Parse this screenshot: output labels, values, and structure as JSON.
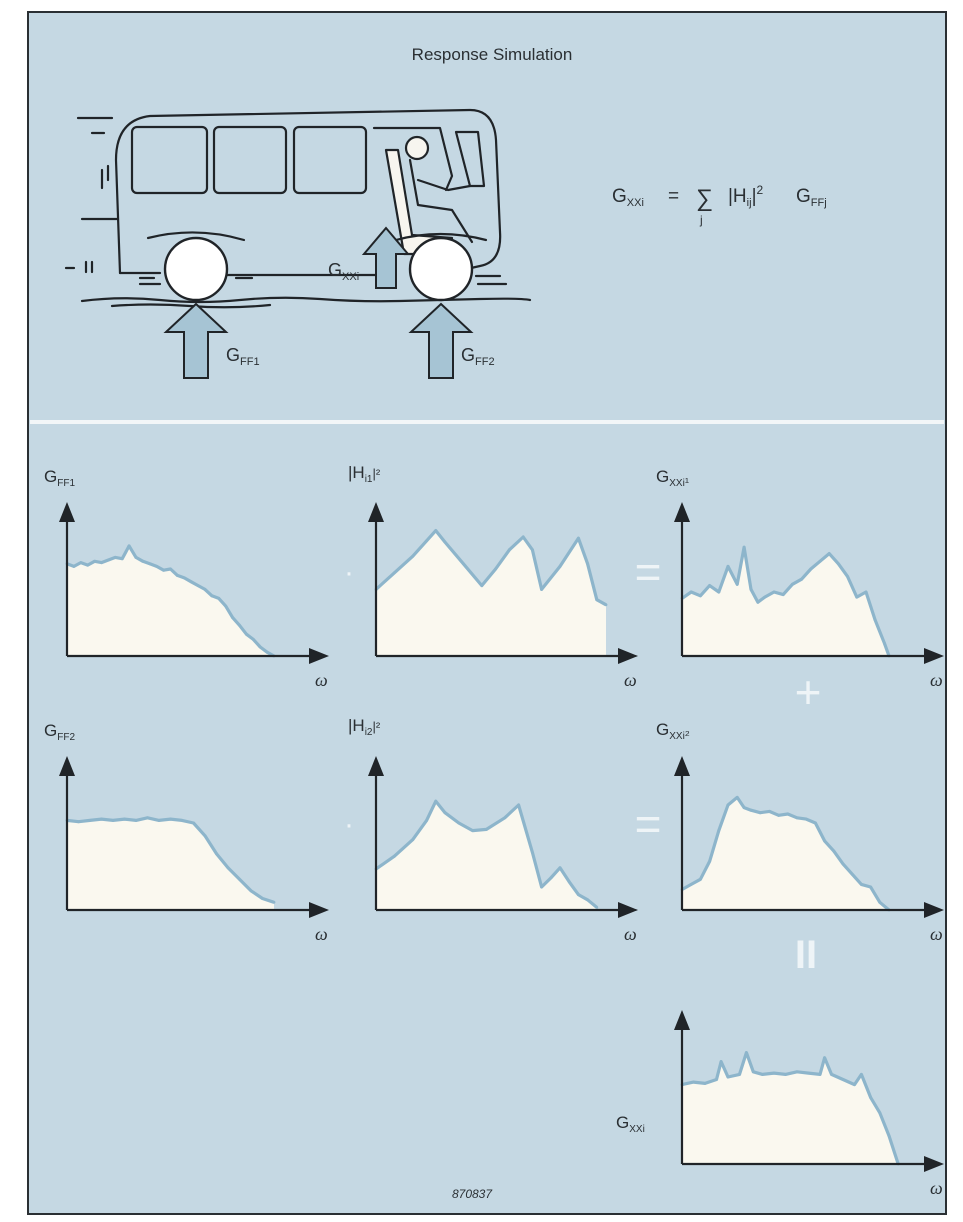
{
  "title": "Response Simulation",
  "equation": {
    "lhs_main": "G",
    "lhs_sub": "XXi",
    "equals": "=",
    "sum_symbol": "∑",
    "sum_index": "j",
    "h_main": "|H",
    "h_sub": "ij",
    "h_close": "|",
    "h_power": "2",
    "g_main": "G",
    "g_sub": "FFj"
  },
  "vehicle_labels": {
    "response": {
      "main": "G",
      "sub": "XXi"
    },
    "input1": {
      "main": "G",
      "sub": "FF1"
    },
    "input2": {
      "main": "G",
      "sub": "FF2"
    }
  },
  "operators": {
    "times": "·",
    "equals": "=",
    "plus": "+",
    "total_equals": "II"
  },
  "figure_number": "870837",
  "colors": {
    "background": "#c5d8e3",
    "panel": "#c5d8e3",
    "curve": "#8db5cb",
    "fill": "#faf8ef",
    "arrow_fill": "#a6c4d4",
    "line": "#202428",
    "operator": "#eef4f7"
  },
  "chart_data": [
    {
      "id": "gff1",
      "type": "area",
      "title_main": "G",
      "title_sub": "FF1",
      "title_suffix": "",
      "xlabel": "ω",
      "x": [
        0,
        3,
        6,
        9,
        12,
        15,
        18,
        21,
        24,
        27,
        30,
        33,
        36,
        39,
        42,
        45,
        48,
        51,
        54,
        57,
        60,
        63,
        66,
        69,
        72,
        75,
        78,
        81,
        84,
        87,
        90
      ],
      "y": [
        0.72,
        0.7,
        0.73,
        0.71,
        0.74,
        0.73,
        0.75,
        0.77,
        0.76,
        0.86,
        0.77,
        0.74,
        0.72,
        0.7,
        0.67,
        0.68,
        0.63,
        0.61,
        0.58,
        0.55,
        0.52,
        0.47,
        0.45,
        0.39,
        0.3,
        0.24,
        0.17,
        0.13,
        0.07,
        0.03,
        0.0
      ],
      "ylim": [
        0,
        1
      ],
      "xlim": [
        0,
        100
      ]
    },
    {
      "id": "h1",
      "type": "area",
      "title_main": "|H",
      "title_sub": "i1",
      "title_suffix": "|²",
      "xlabel": "ω",
      "x": [
        0,
        8,
        16,
        22,
        26,
        30,
        38,
        46,
        52,
        58,
        64,
        68,
        72,
        80,
        88,
        92,
        96,
        100
      ],
      "y": [
        0.52,
        0.65,
        0.78,
        0.9,
        0.98,
        0.89,
        0.72,
        0.55,
        0.68,
        0.83,
        0.93,
        0.83,
        0.52,
        0.7,
        0.92,
        0.72,
        0.44,
        0.4
      ],
      "ylim": [
        0,
        1
      ],
      "xlim": [
        0,
        100
      ]
    },
    {
      "id": "gxxi1",
      "type": "area",
      "title_main": "G",
      "title_sub": "XXi",
      "title_suffix": "₁",
      "xlabel": "ω",
      "x": [
        0,
        4,
        8,
        12,
        16,
        20,
        24,
        27,
        30,
        33,
        36,
        40,
        44,
        48,
        52,
        56,
        60,
        64,
        68,
        72,
        76,
        80,
        84,
        88,
        90
      ],
      "y": [
        0.45,
        0.5,
        0.47,
        0.55,
        0.5,
        0.7,
        0.56,
        0.85,
        0.52,
        0.42,
        0.46,
        0.5,
        0.48,
        0.56,
        0.6,
        0.68,
        0.74,
        0.8,
        0.72,
        0.62,
        0.46,
        0.5,
        0.28,
        0.1,
        0.0
      ],
      "ylim": [
        0,
        1
      ],
      "xlim": [
        0,
        100
      ]
    },
    {
      "id": "gff2",
      "type": "area",
      "title_main": "G",
      "title_sub": "FF2",
      "title_suffix": "",
      "xlabel": "ω",
      "x": [
        0,
        5,
        10,
        15,
        20,
        25,
        30,
        35,
        40,
        45,
        50,
        55,
        60,
        65,
        70,
        75,
        80,
        85,
        90
      ],
      "y": [
        0.7,
        0.69,
        0.7,
        0.71,
        0.7,
        0.71,
        0.7,
        0.72,
        0.7,
        0.71,
        0.7,
        0.68,
        0.58,
        0.44,
        0.33,
        0.24,
        0.15,
        0.09,
        0.06
      ],
      "ylim": [
        0,
        1
      ],
      "xlim": [
        0,
        100
      ]
    },
    {
      "id": "h2",
      "type": "area",
      "title_main": "|H",
      "title_sub": "i2",
      "title_suffix": "|²",
      "xlabel": "ω",
      "x": [
        0,
        8,
        16,
        22,
        26,
        30,
        36,
        42,
        48,
        56,
        62,
        68,
        72,
        76,
        80,
        84,
        88,
        92,
        96
      ],
      "y": [
        0.32,
        0.42,
        0.55,
        0.7,
        0.85,
        0.76,
        0.68,
        0.62,
        0.63,
        0.72,
        0.82,
        0.45,
        0.18,
        0.25,
        0.33,
        0.22,
        0.12,
        0.08,
        0.02
      ],
      "ylim": [
        0,
        1
      ],
      "xlim": [
        0,
        100
      ]
    },
    {
      "id": "gxxi2",
      "type": "area",
      "title_main": "G",
      "title_sub": "XXi",
      "title_suffix": "₂",
      "xlabel": "ω",
      "x": [
        0,
        4,
        8,
        12,
        16,
        20,
        24,
        27,
        30,
        34,
        38,
        42,
        46,
        50,
        54,
        58,
        62,
        66,
        70,
        74,
        78,
        82,
        86,
        90
      ],
      "y": [
        0.16,
        0.2,
        0.24,
        0.38,
        0.62,
        0.82,
        0.88,
        0.8,
        0.78,
        0.76,
        0.77,
        0.74,
        0.75,
        0.72,
        0.71,
        0.68,
        0.54,
        0.46,
        0.36,
        0.28,
        0.2,
        0.18,
        0.06,
        0.0
      ],
      "ylim": [
        0,
        1
      ],
      "xlim": [
        0,
        100
      ]
    },
    {
      "id": "gxxi",
      "type": "area",
      "title_main": "G",
      "title_sub": "XXi",
      "title_suffix": "",
      "xlabel": "ω",
      "x": [
        0,
        5,
        10,
        15,
        17,
        20,
        25,
        28,
        31,
        35,
        40,
        45,
        50,
        55,
        60,
        62,
        65,
        70,
        75,
        78,
        82,
        86,
        90,
        94
      ],
      "y": [
        0.62,
        0.64,
        0.63,
        0.66,
        0.8,
        0.68,
        0.7,
        0.87,
        0.72,
        0.7,
        0.71,
        0.7,
        0.72,
        0.71,
        0.7,
        0.83,
        0.7,
        0.66,
        0.62,
        0.7,
        0.52,
        0.4,
        0.22,
        0.0
      ],
      "ylim": [
        0,
        1
      ],
      "xlim": [
        0,
        100
      ]
    }
  ]
}
